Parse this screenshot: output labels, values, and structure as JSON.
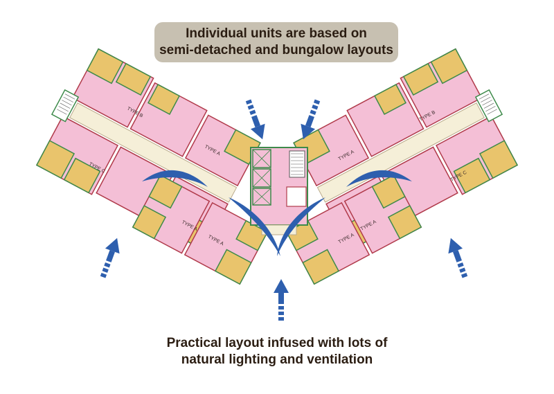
{
  "title": {
    "line1": "Individual units are based on",
    "line2": "semi-detached and bungalow layouts"
  },
  "footer": {
    "line1": "Practical layout infused with lots of",
    "line2": "natural lighting and ventilation"
  },
  "unit_labels": {
    "type_a": "TYPE A",
    "type_b": "TYPE B",
    "type_c": "TYPE C"
  },
  "colors": {
    "title_box": "#c7c0b1",
    "text": "#2b1d12",
    "unit_pink": "#f4bfd6",
    "room_yellow": "#e9c46c",
    "corridor": "#f5efd8",
    "wall_green": "#3d8a4a",
    "arrow_blue": "#2e5fae"
  }
}
